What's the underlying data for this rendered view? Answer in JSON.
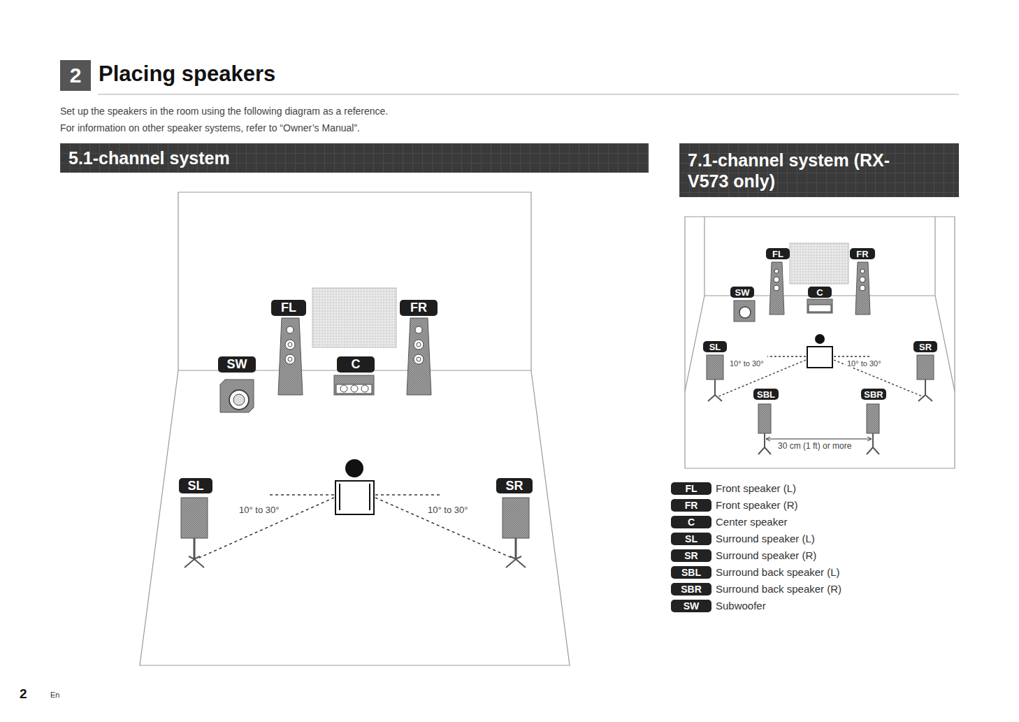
{
  "diagram": {
    "title": "Placing speakers",
    "nodes": [
      {
        "text": [
          "2"
        ]
      },
      {
        "text": [
          "5.1-channel system"
        ]
      },
      {
        "text": [
          "7.1-channel system (RX-V573 only)"
        ]
      },
      {
        "text": [
          "FL"
        ]
      },
      {
        "text": [
          "FR"
        ]
      },
      {
        "text": [
          "SW"
        ]
      },
      {
        "text": [
          "C"
        ]
      },
      {
        "text": [
          "SL"
        ]
      },
      {
        "text": [
          "SR"
        ]
      },
      {
        "text": [
          "FL"
        ]
      },
      {
        "text": [
          "FR"
        ]
      },
      {
        "text": [
          "SW"
        ]
      },
      {
        "text": [
          "C"
        ]
      },
      {
        "text": [
          "SL"
        ]
      },
      {
        "text": [
          "SR"
        ]
      },
      {
        "text": [
          "SBL"
        ]
      },
      {
        "text": [
          "SBR"
        ]
      }
    ],
    "labels": [
      "Set up the speakers in the room using the following diagram as a reference.",
      "For information on other speaker systems, refer to “Owner’s Manual”.",
      "10° to 30°",
      "10° to 30°",
      "10° to 30°",
      "10° to 30°",
      "30 cm (1 ft) or more",
      "FL",
      "FR",
      "C",
      "SL",
      "SR",
      "SBL",
      "SBR",
      "SW",
      "2",
      "En"
    ],
    "legend": [
      {
        "text": "Front speaker (L)",
        "color": "#222222"
      },
      {
        "text": "Front speaker (R)",
        "color": "#222222"
      },
      {
        "text": "Center speaker",
        "color": "#222222"
      },
      {
        "text": "Surround speaker (L)",
        "color": "#222222"
      },
      {
        "text": "Surround speaker (R)",
        "color": "#222222"
      },
      {
        "text": "Surround back speaker (L)",
        "color": "#222222"
      },
      {
        "text": "Surround back speaker (R)",
        "color": "#222222"
      },
      {
        "text": "Subwoofer",
        "color": "#222222"
      }
    ]
  }
}
